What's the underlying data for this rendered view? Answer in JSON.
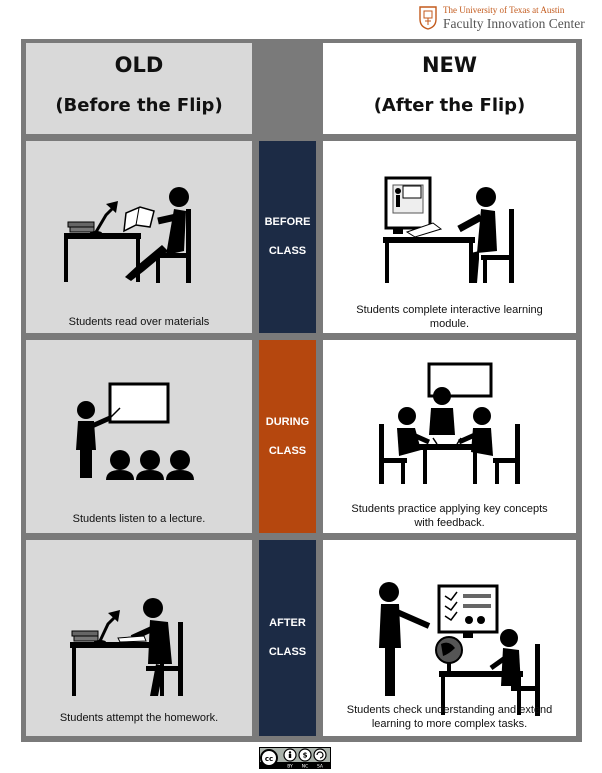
{
  "logo": {
    "line1": "The University of Texas at Austin",
    "line2": "Faculty Innovation Center"
  },
  "headers": {
    "old": {
      "title": "OLD",
      "subtitle": "(Before the Flip)"
    },
    "new": {
      "title": "NEW",
      "subtitle": "(After the Flip)"
    }
  },
  "rows": [
    {
      "bar_line1": "BEFORE",
      "bar_line2": "CLASS",
      "bar_color": "#1c2b45",
      "old_caption": "Students read over materials",
      "new_caption_line1": "Students complete interactive learning",
      "new_caption_line2": "module."
    },
    {
      "bar_line1": "DURING",
      "bar_line2": "CLASS",
      "bar_color": "#b5470e",
      "old_caption": "Students listen to a lecture.",
      "new_caption_line1": "Students practice applying key concepts",
      "new_caption_line2": "with feedback."
    },
    {
      "bar_line1": "AFTER",
      "bar_line2": "CLASS",
      "bar_color": "#1c2b45",
      "old_caption": "Students attempt the homework.",
      "new_caption_line1": "Students check understanding and extend",
      "new_caption_line2": "learning to more complex tasks."
    }
  ],
  "license": {
    "icons": "cc-by-nc-sa-icon",
    "labels": [
      "BY",
      "NC",
      "SA"
    ]
  }
}
